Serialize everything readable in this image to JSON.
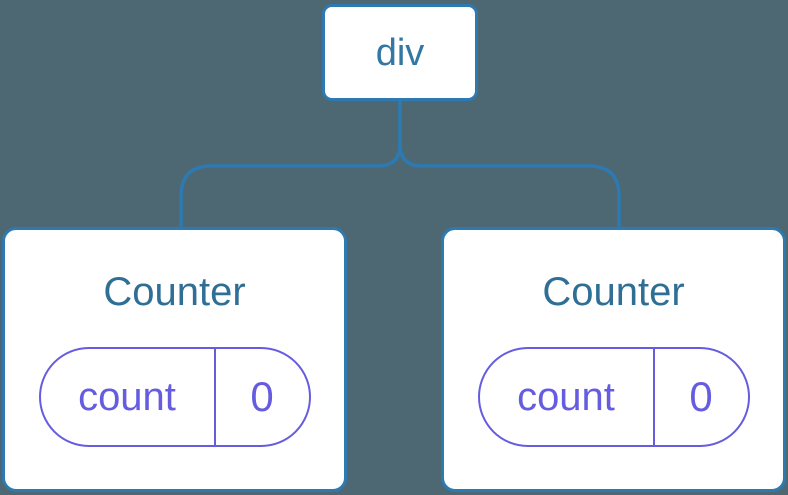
{
  "colors": {
    "background": "#4d6872",
    "connector_line": "#2c7ab1",
    "node_background": "#ffffff",
    "root_label_text": "#3377a3",
    "component_title_text": "#2f6f96",
    "state_accent": "#665ce0"
  },
  "tree": {
    "root": {
      "label": "div"
    },
    "children": [
      {
        "title": "Counter",
        "state": {
          "key": "count",
          "value": "0"
        }
      },
      {
        "title": "Counter",
        "state": {
          "key": "count",
          "value": "0"
        }
      }
    ]
  }
}
